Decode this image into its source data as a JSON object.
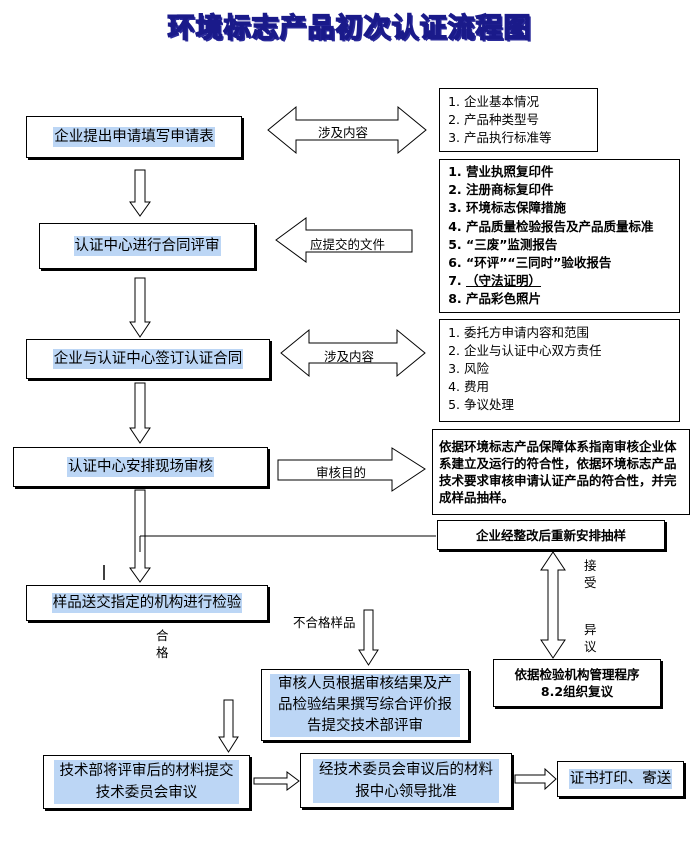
{
  "title": "环境标志产品初次认证流程图",
  "steps": {
    "apply": "企业提出申请填写申请表",
    "contract_review": "认证中心进行合同评审",
    "sign_contract": "企业与认证中心签订认证合同",
    "site_audit": "认证中心安排现场审核",
    "sample_test": "样品送交指定的机构进行检验",
    "report": "审核人员根据审核结果及产品检验结果撰写综合评价报告提交技术部评审",
    "tech_dept": "技术部将评审后的材料提交技术委员会审议",
    "committee": "经技术委员会审议后的材料报中心领导批准",
    "certificate": "证书打印、寄送",
    "resample": "企业经整改后重新安排抽样",
    "dispute": "依据检验机构管理程序8.2组织复议"
  },
  "arrow_labels": {
    "involves_1": "涉及内容",
    "submitted_docs": "应提交的文件",
    "involves_2": "涉及内容",
    "audit_purpose": "审核目的",
    "fail": "不合格样品",
    "pass": "合格",
    "accept": "接受",
    "objection": "异议"
  },
  "lists": {
    "apply_contents": [
      "企业基本情况",
      "产品种类型号",
      "产品执行标准等"
    ],
    "documents": [
      "营业执照复印件",
      "注册商标复印件",
      "环境标志保障措施",
      "产品质量检验报告及产品质量标准",
      "“三废”监测报告",
      "“环评”“三同时”验收报告",
      " （守法证明）",
      "产品彩色照片"
    ],
    "contract_contents": [
      "委托方申请内容和范围",
      "企业与认证中心双方责任",
      "风险",
      "费用",
      "争议处理"
    ]
  },
  "audit_purpose_text": "依据环境标志产品保障体系指南审核企业体系建立及运行的符合性，依据环境标志产品技术要求审核申请认证产品的符合性，并完成样品抽样。",
  "colors": {
    "highlight": "#bcd6f5",
    "title_fill": "#ffffff",
    "title_stroke": "#1a1a8a",
    "line": "#000000"
  }
}
